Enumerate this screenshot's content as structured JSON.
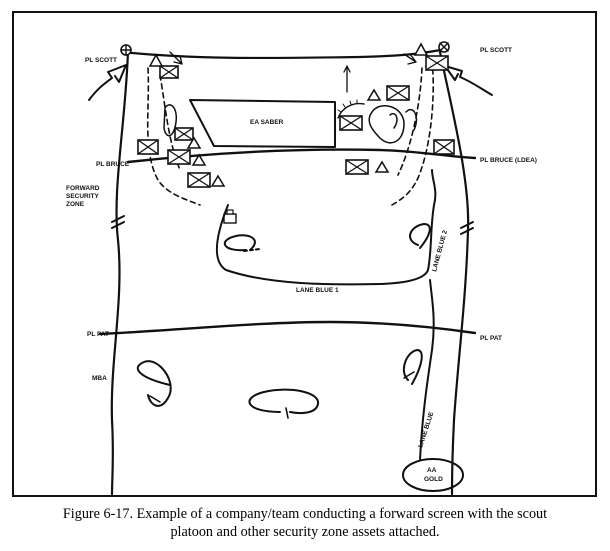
{
  "labels": {
    "pl_scott_left": "PL SCOTT",
    "pl_scott_right": "PL SCOTT",
    "pl_bruce_left": "PL BRUCE",
    "pl_bruce_right": "PL BRUCE (LDEA)",
    "forward_zone_1": "FORWARD",
    "forward_zone_2": "SECURITY",
    "forward_zone_3": "ZONE",
    "ea_saber": "EA SABER",
    "lane_blue_1": "LANE BLUE 1",
    "lane_blue_2": "LANE BLUE 2",
    "lane_blue": "LANE BLUE",
    "pl_pat_left": "PL PAT",
    "pl_pat_right": "PL PAT",
    "mba": "MBA",
    "aa_gold_1": "AA",
    "aa_gold_2": "GOLD"
  },
  "caption": {
    "line1": "Figure 6-17. Example of a company/team conducting a forward screen with the scout",
    "line2": "platoon and other security zone assets attached."
  }
}
